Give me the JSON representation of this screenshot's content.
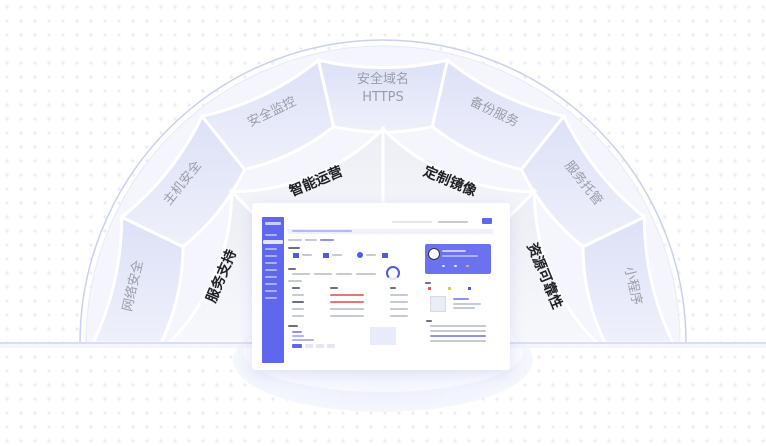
{
  "diagram": {
    "title": "",
    "center_item": "console-dashboard-screenshot",
    "outer_ring": [
      {
        "label": "网络安全"
      },
      {
        "label": "主机安全"
      },
      {
        "label": "安全监控"
      },
      {
        "label": "安全域名",
        "sublabel": "HTTPS"
      },
      {
        "label": "备份服务"
      },
      {
        "label": "服务托管"
      },
      {
        "label": "小程序"
      }
    ],
    "inner_ring": [
      {
        "label": "服务支持"
      },
      {
        "label": "智能运营"
      },
      {
        "label": "定制镜像"
      },
      {
        "label": "资源可靠性"
      }
    ],
    "colors": {
      "outer_segment": "#dfe3f8",
      "inner_segment": "#eef0f6",
      "accent": "#5e67ee",
      "outer_text": "#9a9da8",
      "inner_text": "#1e1f24"
    }
  }
}
